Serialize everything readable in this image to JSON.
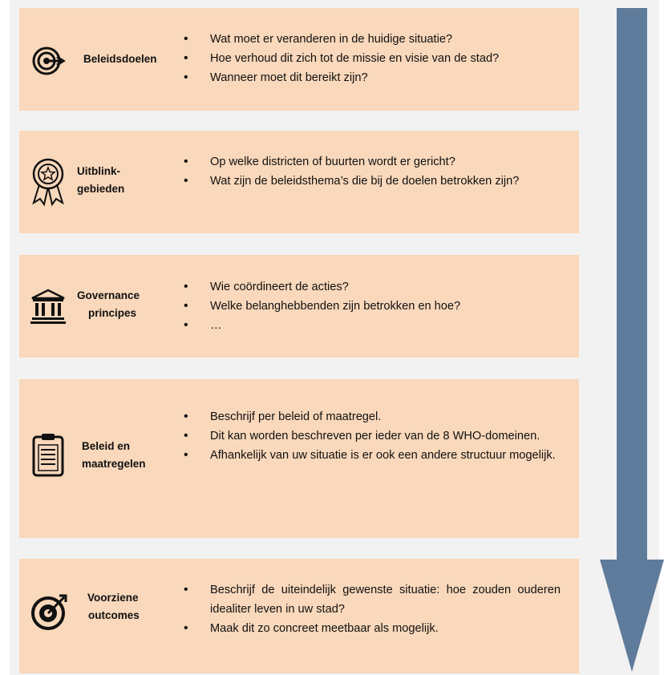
{
  "colors": {
    "row_fill": "#f9d8bb",
    "arrow": "#5f7b9b",
    "background": "#f2f2f2"
  },
  "rows": [
    {
      "icon": "target-icon",
      "label": [
        "Beleidsdoelen"
      ],
      "bullets": [
        "Wat moet er veranderen in de huidige situatie?",
        "Hoe verhoud dit zich tot de missie en visie van de stad?",
        "Wanneer moet dit bereikt zijn?"
      ]
    },
    {
      "icon": "award-ribbon-icon",
      "label": [
        "Uitblink-",
        "gebieden"
      ],
      "bullets": [
        "Op welke districten of buurten wordt er gericht?",
        "Wat zijn de beleidsthema’s die bij de doelen betrokken zijn?"
      ]
    },
    {
      "icon": "government-building-icon",
      "label": [
        "Governance",
        "principes"
      ],
      "bullets": [
        "Wie coördineert de acties?",
        "Welke belanghebbenden zijn betrokken en hoe?",
        "…"
      ]
    },
    {
      "icon": "clipboard-icon",
      "label": [
        "Beleid en",
        "maatregelen"
      ],
      "bullets": [
        "Beschrijf per beleid of maatregel.",
        "Dit kan worden beschreven per ieder van de 8 WHO-domeinen.",
        "Afhankelijk van uw situatie is er ook een andere structuur mogelijk."
      ]
    },
    {
      "icon": "bullseye-icon",
      "label": [
        "Voorziene",
        "outcomes"
      ],
      "bullets": [
        "Beschrijf de uiteindelijk gewenste situatie: hoe zouden ouderen idealiter leven in uw stad?",
        "Maak dit zo concreet meetbaar als mogelijk."
      ]
    }
  ]
}
